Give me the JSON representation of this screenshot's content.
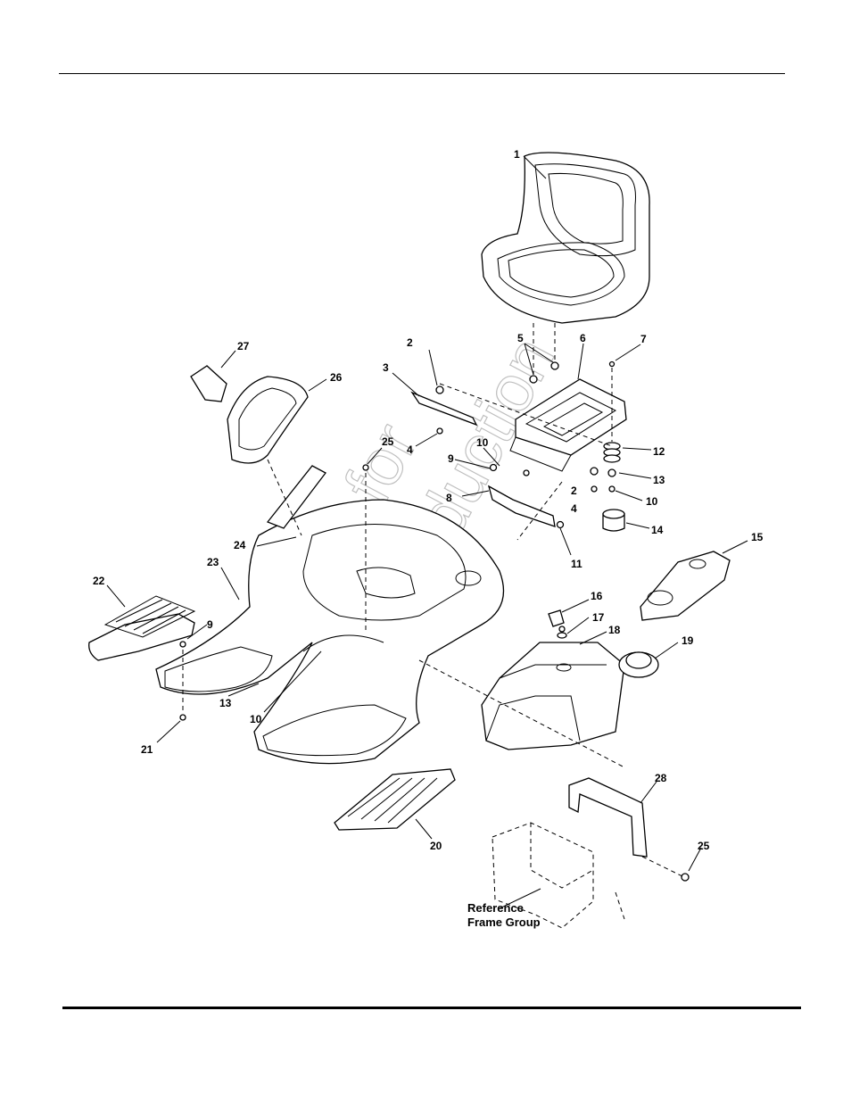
{
  "diagram": {
    "callouts": [
      "1",
      "2",
      "3",
      "4",
      "5",
      "6",
      "7",
      "8",
      "9",
      "10",
      "11",
      "12",
      "13",
      "14",
      "15",
      "16",
      "17",
      "18",
      "19",
      "20",
      "21",
      "22",
      "23",
      "24",
      "25",
      "26",
      "27",
      "28"
    ],
    "reference_label_line1": "Reference",
    "reference_label_line2": "Frame Group",
    "watermark_line1": "Not for",
    "watermark_line2": "Reproduction"
  }
}
